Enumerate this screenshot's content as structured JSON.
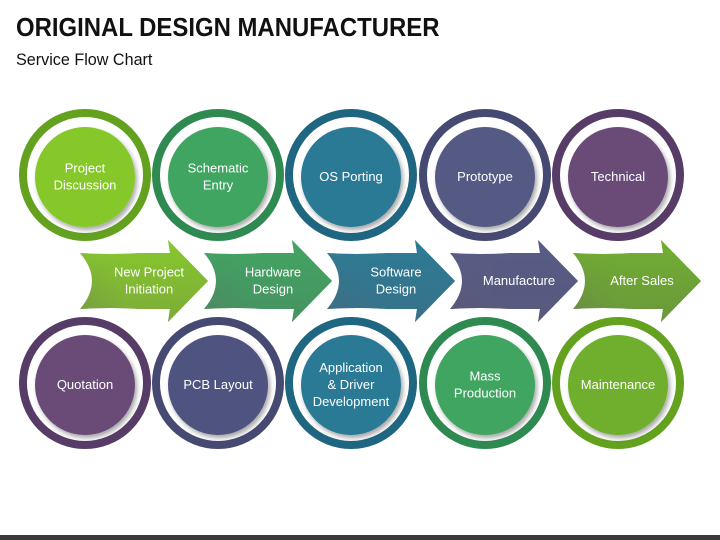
{
  "title": "ORIGINAL DESIGN MANUFACTURER",
  "subtitle": "Service Flow Chart",
  "top_circles": [
    {
      "label": [
        "Project",
        "Discussion"
      ],
      "ring": "#63a11f",
      "fill": "#86c82a"
    },
    {
      "label": [
        "Schematic",
        "Entry"
      ],
      "ring": "#2f8a52",
      "fill": "#3fa560"
    },
    {
      "label": [
        "OS Porting"
      ],
      "ring": "#1f6680",
      "fill": "#2a7a95"
    },
    {
      "label": [
        "Prototype"
      ],
      "ring": "#464a72",
      "fill": "#555a85"
    },
    {
      "label": [
        "Technical"
      ],
      "ring": "#563c66",
      "fill": "#6a4c78"
    }
  ],
  "arrows": [
    {
      "label": [
        "New Project",
        "Initiation"
      ],
      "color": "#86c82a"
    },
    {
      "label": [
        "Hardware",
        "Design"
      ],
      "color": "#3fa560"
    },
    {
      "label": [
        "Software",
        "Design"
      ],
      "color": "#2a7a95"
    },
    {
      "label": [
        "Manufacture"
      ],
      "color": "#555a85"
    },
    {
      "label": [
        "After Sales"
      ],
      "color": "#6fae2e"
    }
  ],
  "bottom_circles": [
    {
      "label": [
        "Quotation"
      ],
      "ring": "#563c66",
      "fill": "#6a4c78"
    },
    {
      "label": [
        "PCB Layout"
      ],
      "ring": "#464a72",
      "fill": "#4f5380"
    },
    {
      "label": [
        "Application",
        "& Driver",
        "Development"
      ],
      "ring": "#1f6680",
      "fill": "#2a7a95"
    },
    {
      "label": [
        "Mass",
        "Production"
      ],
      "ring": "#2f8a52",
      "fill": "#3fa560"
    },
    {
      "label": [
        "Maintenance"
      ],
      "ring": "#63a11f",
      "fill": "#6fae2e"
    }
  ]
}
